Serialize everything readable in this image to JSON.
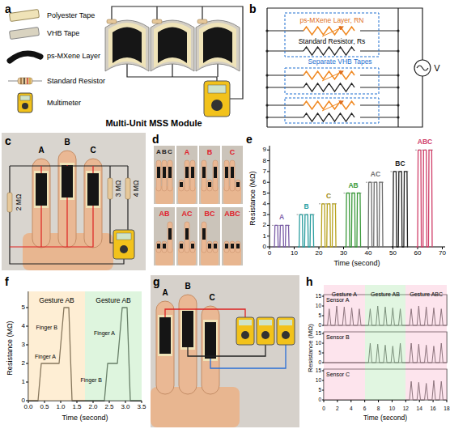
{
  "diagram": {
    "nodes": [
      {
        "text": [
          "Gesture AB"
        ]
      },
      {
        "text": [
          "Gesture AB"
        ]
      },
      {
        "text": [
          "Gesture A"
        ]
      },
      {
        "text": [
          "Gesture AB"
        ]
      },
      {
        "text": [
          "Gesture ABC"
        ]
      }
    ],
    "labels": [
      "a",
      "Multi-Unit MSS Module",
      "b",
      "ps-MXene Layer, RN",
      "Standard Resistor, Rs",
      "Separate VHB Tapes",
      "V",
      "c",
      "A",
      "B",
      "C",
      "2 MΩ",
      "3 MΩ",
      "4 MΩ",
      "d",
      "A",
      "B",
      "C",
      "A",
      "B",
      "C",
      "AB",
      "AC",
      "BC",
      "ABC",
      "e",
      "0",
      "1",
      "2",
      "3",
      "4",
      "5",
      "6",
      "7",
      "8",
      "9",
      "0",
      "10",
      "20",
      "30",
      "40",
      "50",
      "60",
      "70",
      "Time (second)",
      "Resistance (MΩ)",
      "A",
      "B",
      "C",
      "AB",
      "AC",
      "BC",
      "ABC",
      "f",
      "0",
      "1",
      "2",
      "3",
      "4",
      "5",
      "0.0",
      "0.5",
      "1.0",
      "1.5",
      "2.0",
      "2.5",
      "3.0",
      "3.5",
      "Time (second)",
      "Resistance (MΩ)",
      "Finger A",
      "Finger B",
      "Finger B",
      "Finger A",
      "g",
      "A",
      "B",
      "C",
      "h",
      "Sensor A",
      "Sensor B",
      "Sensor C",
      "0",
      "5",
      "10",
      "15",
      "0",
      "5",
      "10",
      "15",
      "0",
      "5",
      "10",
      "15",
      "0",
      "2",
      "4",
      "6",
      "8",
      "10",
      "12",
      "14",
      "16",
      "18",
      "Time (second)",
      "Resistance (MΩ)"
    ],
    "legend": [
      {
        "text": "Polyester Tape"
      },
      {
        "text": "VHB Tape"
      },
      {
        "text": "ps-MXene Layer"
      },
      {
        "text": "Standard Resistor"
      },
      {
        "text": "Multimeter"
      }
    ]
  }
}
